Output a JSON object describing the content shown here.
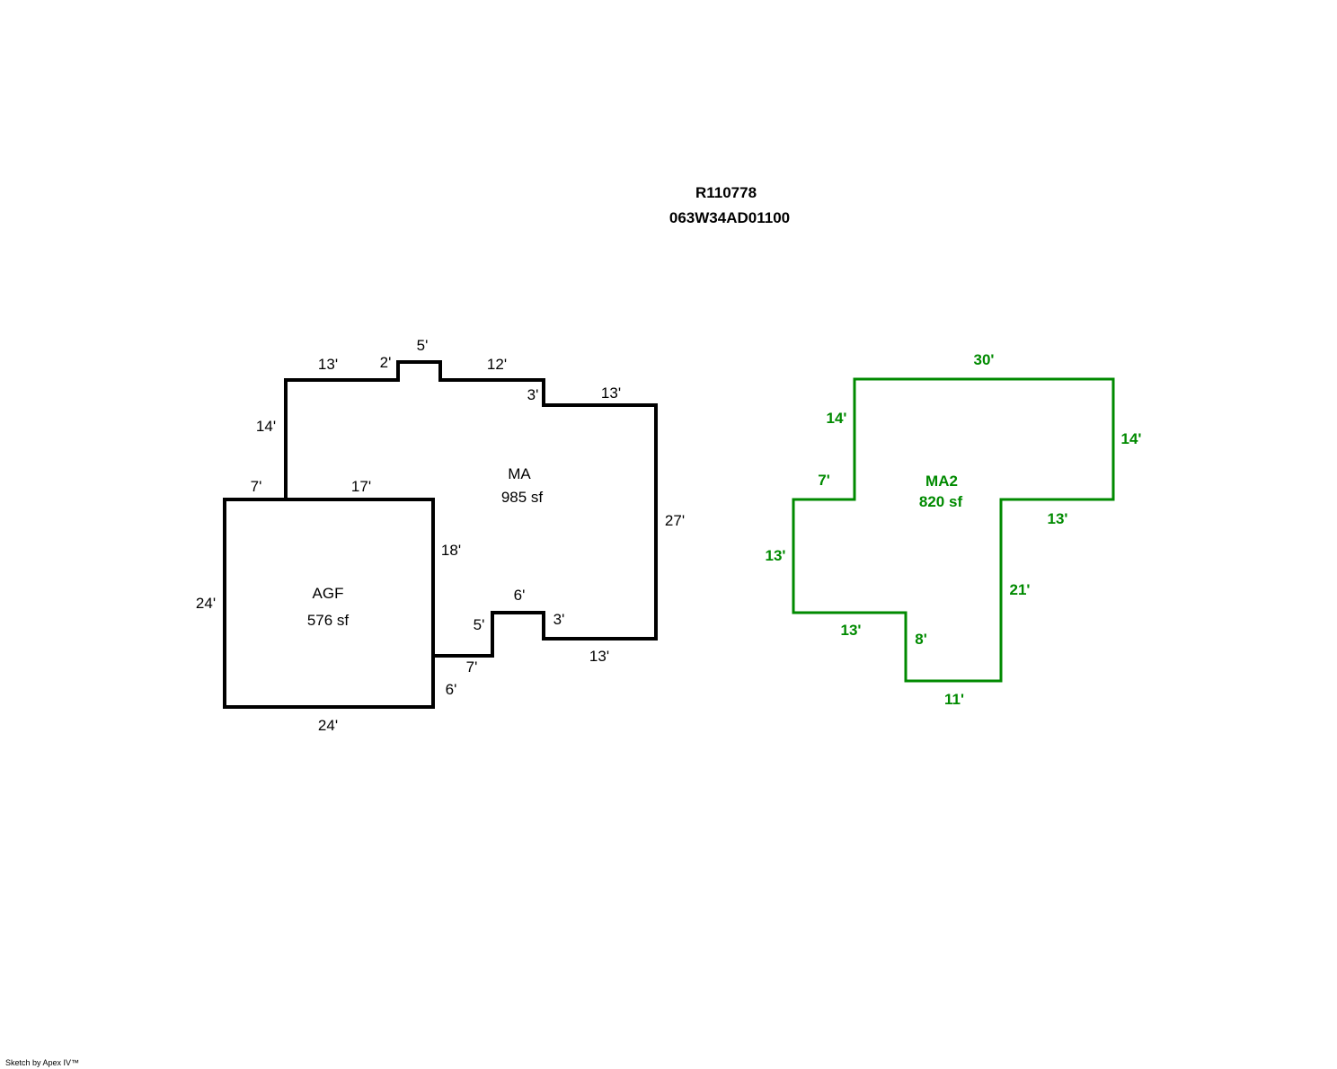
{
  "header": {
    "parcel_id": "R110778",
    "map_tax_lot": "063W34AD01100"
  },
  "colors": {
    "main_outline": "#000000",
    "second_outline": "#008a00"
  },
  "areas": {
    "ma": {
      "name": "MA",
      "area": "985 sf",
      "dims": [
        "13'",
        "2'",
        "5'",
        "12'",
        "3'",
        "13'",
        "14'",
        "7'",
        "17'",
        "27'",
        "18'",
        "6'",
        "5'",
        "3'",
        "7'",
        "13'",
        "6'"
      ]
    },
    "agf": {
      "name": "AGF",
      "area": "576 sf",
      "dims": [
        "24'",
        "24'"
      ]
    },
    "ma2": {
      "name": "MA2",
      "area": "820 sf",
      "dims": [
        "30'",
        "14'",
        "14'",
        "7'",
        "13'",
        "13'",
        "21'",
        "13'",
        "8'",
        "11'"
      ]
    }
  },
  "footer": "Sketch by Apex IV™"
}
